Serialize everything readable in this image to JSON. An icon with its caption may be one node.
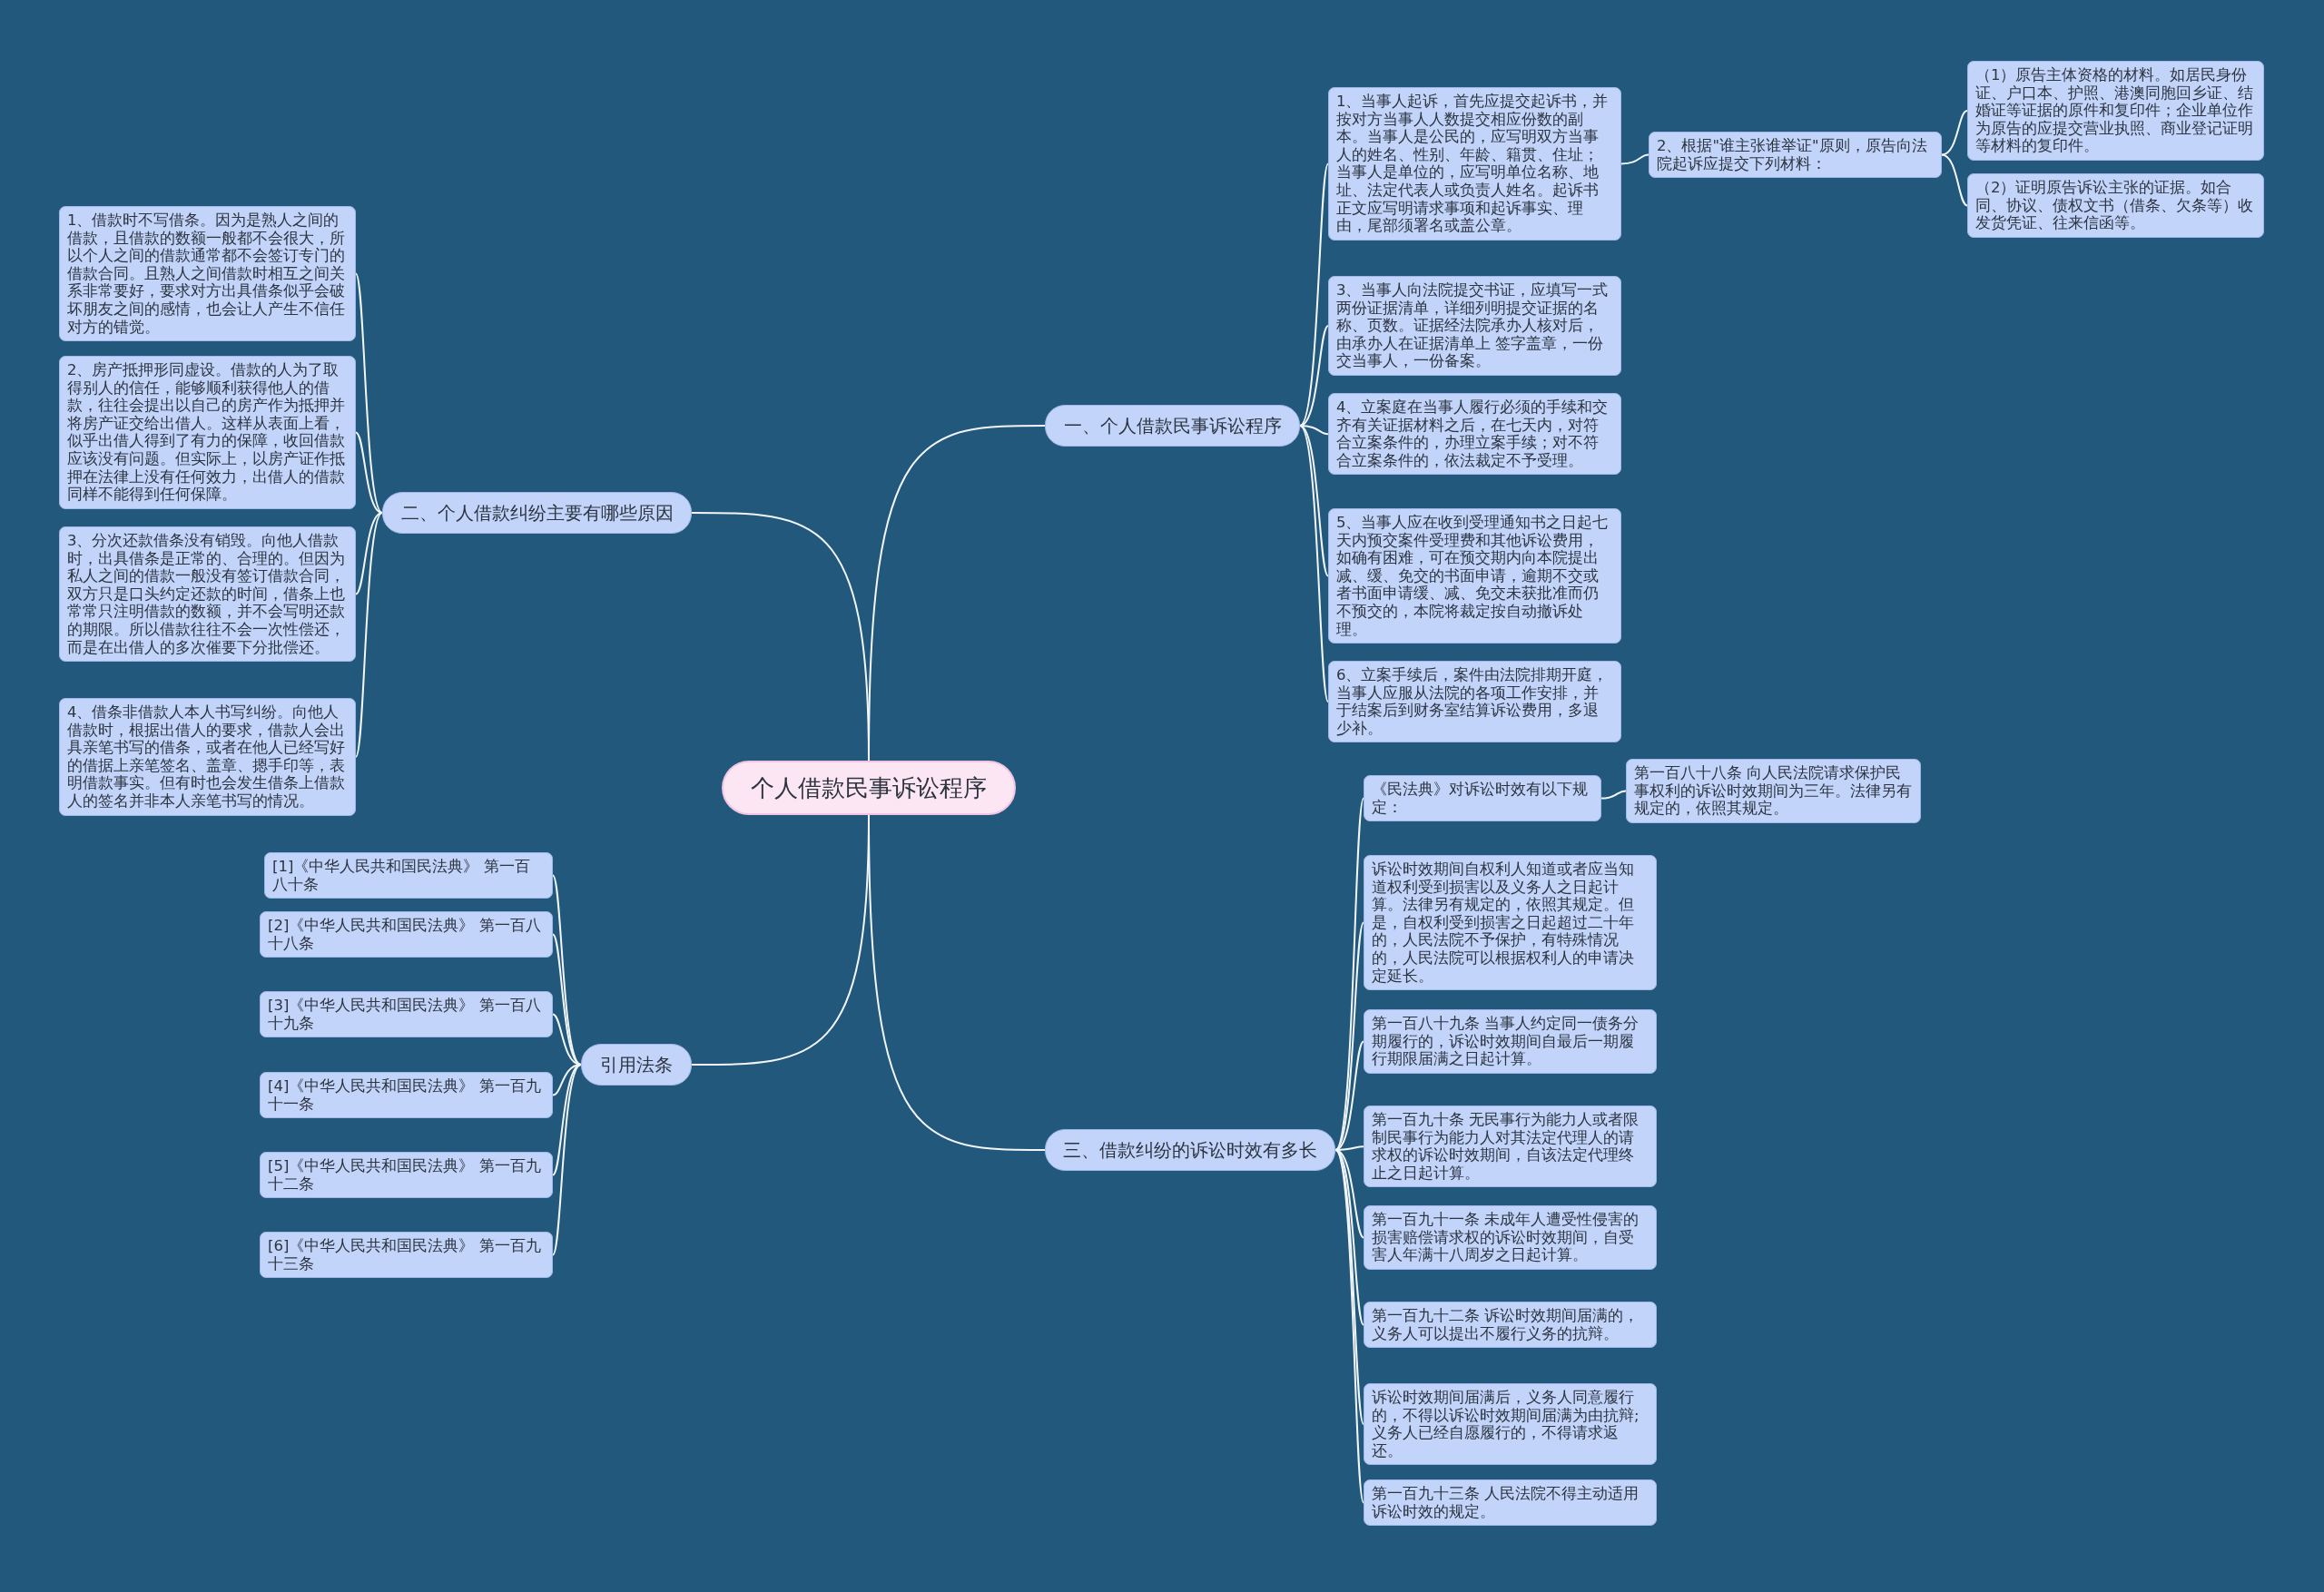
{
  "diagram": {
    "nodes": [
      {
        "text": [
          "个人借款民事诉讼程序"
        ]
      },
      {
        "text": [
          "一、个人借款民事诉讼程序"
        ]
      },
      {
        "text": [
          "1、当事人起诉，首先应提交起诉书，并按对方当事人人数提交相应份数的副本。当事人是公民的，应写明双方当事人的姓名、性别、年龄、籍贯、住址；当事人是单位的，应写明单位名称、地址、法定代表人或负责人姓名。起诉书正文应写明请求事项和起诉事实、理由，尾部须署名或盖公章。"
        ]
      },
      {
        "text": [
          "2、根据\"谁主张谁举证\"原则，原告向法院起诉应提交下列材料："
        ]
      },
      {
        "text": [
          "（1）原告主体资格的材料。如居民身份证、户口本、护照、港澳同胞回乡证、结婚证等证据的原件和复印件；企业单位作为原告的应提交营业执照、商业登记证明等材料的复印件。"
        ]
      },
      {
        "text": [
          "（2）证明原告诉讼主张的证据。如合同、协议、债权文书（借条、欠条等）收发货凭证、往来信函等。"
        ]
      },
      {
        "text": [
          "3、当事人向法院提交书证，应填写一式两份证据清单，详细列明提交证据的名称、页数。证据经法院承办人核对后，由承办人在证据清单上 签字盖章，一份交当事人，一份备案。"
        ]
      },
      {
        "text": [
          "4、立案庭在当事人履行必须的手续和交齐有关证据材料之后，在七天内，对符合立案条件的，办理立案手续；对不符合立案条件的，依法裁定不予受理。"
        ]
      },
      {
        "text": [
          "5、当事人应在收到受理通知书之日起七天内预交案件受理费和其他诉讼费用，如确有困难，可在预交期内向本院提出减、缓、免交的书面申请，逾期不交或者书面申请缓、减、免交未获批准而仍不预交的，本院将裁定按自动撤诉处理。"
        ]
      },
      {
        "text": [
          "6、立案手续后，案件由法院排期开庭，当事人应服从法院的各项工作安排，并于结案后到财务室结算诉讼费用，多退少补。"
        ]
      },
      {
        "text": [
          "三、借款纠纷的诉讼时效有多长"
        ]
      },
      {
        "text": [
          "《民法典》对诉讼时效有以下规定："
        ]
      },
      {
        "text": [
          "第一百八十八条 向人民法院请求保护民事权利的诉讼时效期间为三年。法律另有规定的，依照其规定。"
        ]
      },
      {
        "text": [
          "诉讼时效期间自权利人知道或者应当知道权利受到损害以及义务人之日起计算。法律另有规定的，依照其规定。但是，自权利受到损害之日起超过二十年的，人民法院不予保护，有特殊情况的，人民法院可以根据权利人的申请决定延长。"
        ]
      },
      {
        "text": [
          "第一百八十九条 当事人约定同一债务分期履行的，诉讼时效期间自最后一期履行期限届满之日起计算。"
        ]
      },
      {
        "text": [
          "第一百九十条 无民事行为能力人或者限制民事行为能力人对其法定代理人的请求权的诉讼时效期间，自该法定代理终止之日起计算。"
        ]
      },
      {
        "text": [
          "第一百九十一条 未成年人遭受性侵害的损害赔偿请求权的诉讼时效期间，自受害人年满十八周岁之日起计算。"
        ]
      },
      {
        "text": [
          "第一百九十二条 诉讼时效期间届满的，义务人可以提出不履行义务的抗辩。"
        ]
      },
      {
        "text": [
          "诉讼时效期间届满后，义务人同意履行的，不得以诉讼时效期间届满为由抗辩;义务人已经自愿履行的，不得请求返还。"
        ]
      },
      {
        "text": [
          "第一百九十三条 人民法院不得主动适用诉讼时效的规定。"
        ]
      },
      {
        "text": [
          "二、个人借款纠纷主要有哪些原因"
        ]
      },
      {
        "text": [
          "1、借款时不写借条。因为是熟人之间的借款，且借款的数额一般都不会很大，所以个人之间的借款通常都不会签订专门的借款合同。且熟人之间借款时相互之间关系非常要好，要求对方出具借条似乎会破坏朋友之间的感情，也会让人产生不信任对方的错觉。"
        ]
      },
      {
        "text": [
          "2、房产抵押形同虚设。借款的人为了取得别人的信任，能够顺利获得他人的借款，往往会提出以自己的房产作为抵押并将房产证交给出借人。这样从表面上看，似乎出借人得到了有力的保障，收回借款应该没有问题。但实际上，以房产证作抵押在法律上没有任何效力，出借人的借款同样不能得到任何保障。"
        ]
      },
      {
        "text": [
          "3、分次还款借条没有销毁。向他人借款时，出具借条是正常的、合理的。但因为私人之间的借款一般没有签订借款合同，双方只是口头约定还款的时间，借条上也常常只注明借款的数额，并不会写明还款的期限。所以借款往往不会一次性偿还，而是在出借人的多次催要下分批偿还。"
        ]
      },
      {
        "text": [
          "4、借条非借款人本人书写纠纷。向他人借款时，根据出借人的要求，借款人会出具亲笔书写的借条，或者在他人已经写好的借据上亲笔签名、盖章、摁手印等，表明借款事实。但有时也会发生借条上借款人的签名并非本人亲笔书写的情况。"
        ]
      },
      {
        "text": [
          "引用法条"
        ]
      },
      {
        "text": [
          "[1]《中华人民共和国民法典》 第一百八十条"
        ]
      },
      {
        "text": [
          "[2]《中华人民共和国民法典》 第一百八十八条"
        ]
      },
      {
        "text": [
          "[3]《中华人民共和国民法典》 第一百八十九条"
        ]
      },
      {
        "text": [
          "[4]《中华人民共和国民法典》 第一百九十一条"
        ]
      },
      {
        "text": [
          "[5]《中华人民共和国民法典》 第一百九十二条"
        ]
      },
      {
        "text": [
          "[6]《中华人民共和国民法典》 第一百九十三条"
        ]
      }
    ],
    "edges": [
      {
        "from": 0,
        "to": 1,
        "arrow": "none"
      },
      {
        "from": 1,
        "to": 2,
        "arrow": "none"
      },
      {
        "from": 2,
        "to": 3,
        "arrow": "none"
      },
      {
        "from": 3,
        "to": 4,
        "arrow": "none"
      },
      {
        "from": 3,
        "to": 5,
        "arrow": "none"
      },
      {
        "from": 1,
        "to": 6,
        "arrow": "none"
      },
      {
        "from": 1,
        "to": 7,
        "arrow": "none"
      },
      {
        "from": 1,
        "to": 8,
        "arrow": "none"
      },
      {
        "from": 1,
        "to": 9,
        "arrow": "none"
      },
      {
        "from": 0,
        "to": 10,
        "arrow": "none"
      },
      {
        "from": 10,
        "to": 11,
        "arrow": "none"
      },
      {
        "from": 11,
        "to": 12,
        "arrow": "none"
      },
      {
        "from": 10,
        "to": 13,
        "arrow": "none"
      },
      {
        "from": 10,
        "to": 14,
        "arrow": "none"
      },
      {
        "from": 10,
        "to": 15,
        "arrow": "none"
      },
      {
        "from": 10,
        "to": 16,
        "arrow": "none"
      },
      {
        "from": 10,
        "to": 17,
        "arrow": "none"
      },
      {
        "from": 10,
        "to": 18,
        "arrow": "none"
      },
      {
        "from": 10,
        "to": 19,
        "arrow": "none"
      },
      {
        "from": 0,
        "to": 20,
        "arrow": "none"
      },
      {
        "from": 20,
        "to": 21,
        "arrow": "none"
      },
      {
        "from": 20,
        "to": 22,
        "arrow": "none"
      },
      {
        "from": 20,
        "to": 23,
        "arrow": "none"
      },
      {
        "from": 20,
        "to": 24,
        "arrow": "none"
      },
      {
        "from": 0,
        "to": 25,
        "arrow": "none"
      },
      {
        "from": 25,
        "to": 26,
        "arrow": "none"
      },
      {
        "from": 25,
        "to": 27,
        "arrow": "none"
      },
      {
        "from": 25,
        "to": 28,
        "arrow": "none"
      },
      {
        "from": 25,
        "to": 29,
        "arrow": "none"
      },
      {
        "from": 25,
        "to": 30,
        "arrow": "none"
      },
      {
        "from": 25,
        "to": 31,
        "arrow": "none"
      }
    ]
  }
}
